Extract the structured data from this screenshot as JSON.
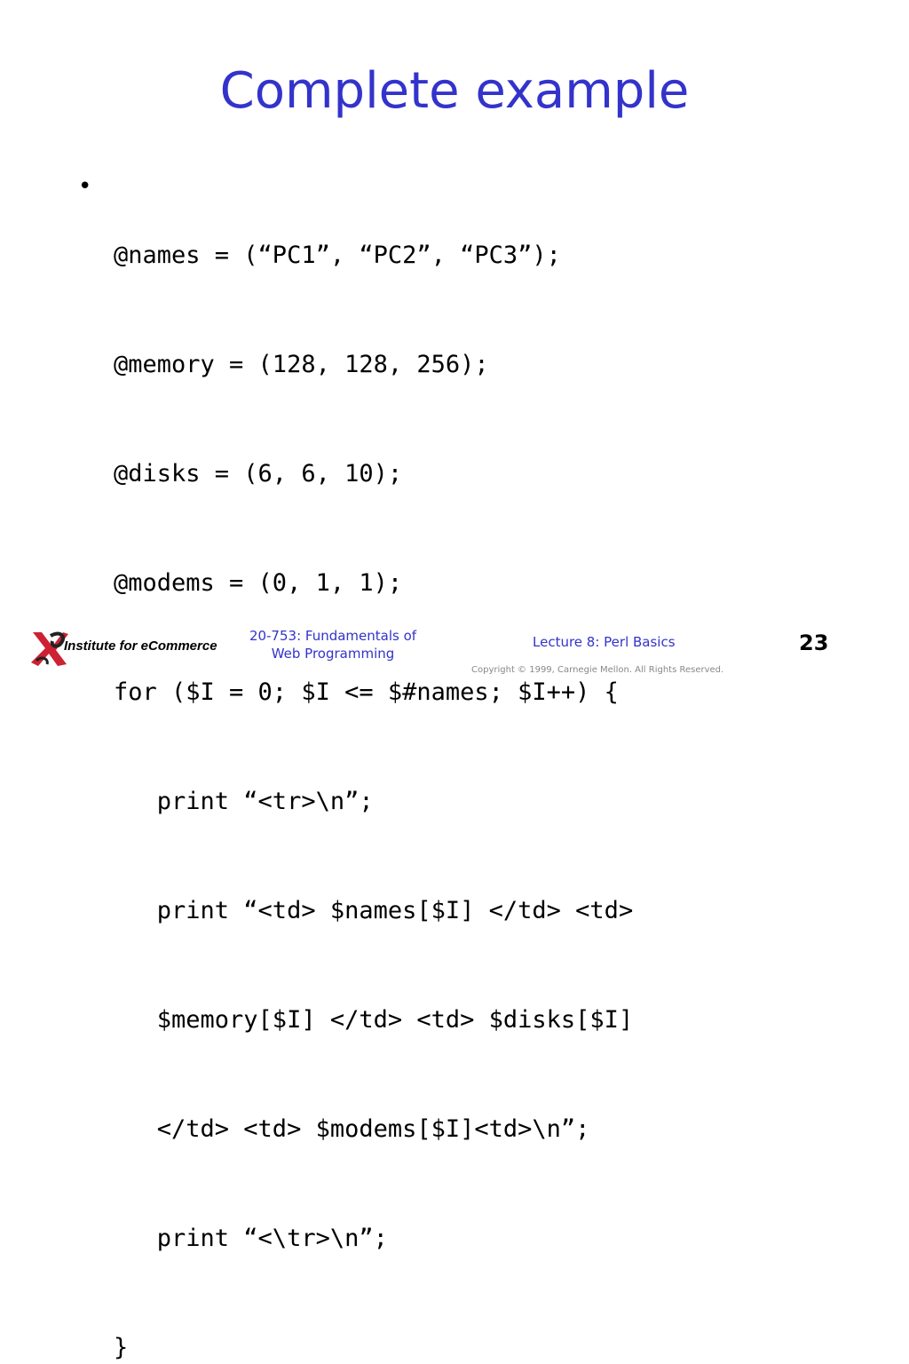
{
  "slide": {
    "title": "Complete example",
    "bullet_symbol": "•",
    "code_lines": [
      "@names = (“PC1”, “PC2”, “PC3”);",
      "@memory = (128, 128, 256);",
      "@disks = (6, 6, 10);",
      "@modems = (0, 1, 1);",
      "for ($I = 0; $I <= $#names; $I++) {",
      "   print “<tr>\\n”;",
      "   print “<td> $names[$I] </td> <td>",
      "   $memory[$I] </td> <td> $disks[$I]",
      "   </td> <td> $modems[$I]<td>\\n”;",
      "   print “<\\tr>\\n”;",
      "}"
    ]
  },
  "footer": {
    "logo_text": "Institute for eCommerce",
    "course_line1": "20-753: Fundamentals of",
    "course_line2": "Web Programming",
    "lecture": "Lecture 8: Perl Basics",
    "page_number": "23",
    "copyright": "Copyright © 1999, Carnegie Mellon. All Rights Reserved."
  },
  "colors": {
    "title": "#3333cc",
    "footer_text": "#3333cc",
    "logo_red": "#cc2233",
    "logo_dark": "#222222"
  }
}
